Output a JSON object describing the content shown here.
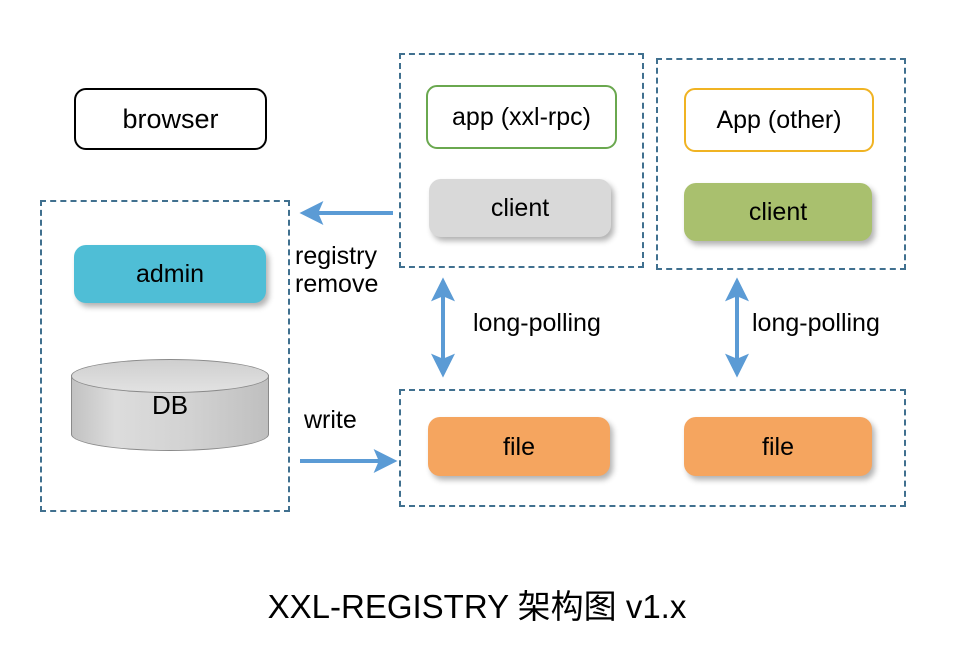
{
  "diagram": {
    "caption": "XXL-REGISTRY 架构图 v1.x",
    "colors": {
      "frame_border": "#40708f",
      "arrow": "#5b9bd5",
      "admin_fill": "#4fbed6",
      "db_fill": "#d2d2d2",
      "client_rpc_fill": "#d9d9d9",
      "client_other_fill": "#a9c06e",
      "file_fill": "#f5a55f",
      "app_rpc_border": "#6aa84f",
      "app_other_border": "#f0b323",
      "browser_border": "#000000"
    },
    "nodes": {
      "browser": "browser",
      "admin": "admin",
      "db": "DB",
      "app_rpc": "app\n(xxl-rpc)",
      "client_rpc": "client",
      "app_other": "App\n(other)",
      "client_other": "client",
      "file_left": "file",
      "file_right": "file"
    },
    "edges": {
      "registry_remove": "registry\nremove",
      "write": "write",
      "long_polling_left": "long-polling",
      "long_polling_right": "long-polling"
    }
  }
}
